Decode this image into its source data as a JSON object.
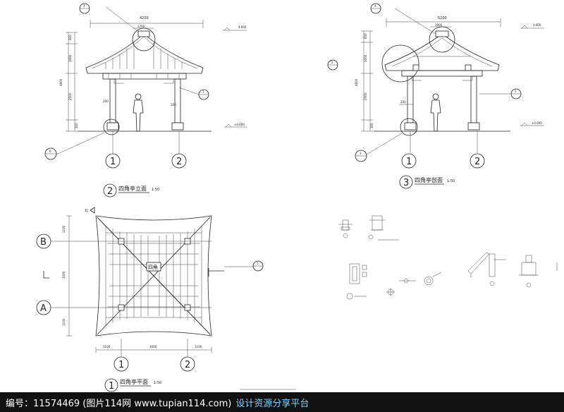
{
  "elevation": {
    "title": "四角亭立面",
    "scale": "1:50",
    "marker": "2",
    "axes": [
      "1",
      "2"
    ],
    "dims": {
      "total_width": "4200",
      "top_span": "1700",
      "height_total": "4800",
      "roof_a": "600",
      "roof_b": "1600",
      "col": "2500",
      "base": "300",
      "col_w1": "200",
      "col_w2": "200"
    },
    "levels": [
      "4.600",
      "±0.000"
    ],
    "callouts": [
      "4",
      "7",
      "6"
    ]
  },
  "section": {
    "title": "四角亭剖面",
    "scale": "1:50",
    "marker": "3",
    "axes": [
      "1",
      "2"
    ],
    "dims": {
      "total_width": "5200",
      "top_span": "3900",
      "height_total": "4800",
      "roof_a": "600",
      "roof_b": "1600",
      "col": "2500",
      "base": "300",
      "col_w": "200"
    },
    "levels": [
      "4.600",
      "±0.000"
    ],
    "callouts": [
      "4",
      "2",
      "5",
      "3"
    ]
  },
  "plan": {
    "title": "四角亭平面",
    "scale": "1:50",
    "marker": "1",
    "axes_h": [
      "1",
      "2"
    ],
    "axes_v": [
      "B",
      "A"
    ],
    "dims_h": [
      "1100",
      "3000",
      "1100"
    ],
    "dims_v": [
      "1100",
      "3000",
      "1100"
    ],
    "center_label": "四角",
    "callout": "5",
    "north_label": "北"
  },
  "footer": {
    "text": "编号：11574469 (图片114网 www.tupian114.com)",
    "tagline": "设计资源分享平台"
  }
}
